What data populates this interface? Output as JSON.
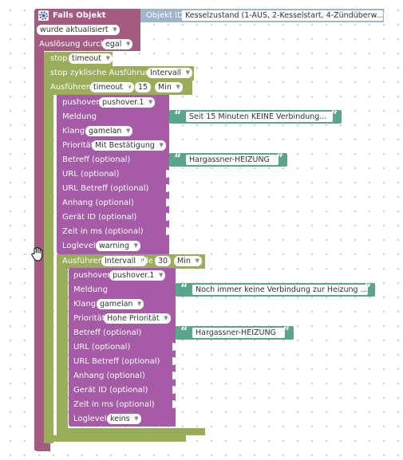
{
  "trigger": {
    "title": "Falls Objekt",
    "object_id_label": "Objekt ID",
    "object_id_value": "Kesselzustand (1-AUS, 2-Kesselstart, 4-Zündüberw...",
    "update_mode": "wurde aktualisiert",
    "ausloesung_label": "Auslösung durch",
    "ausloesung_value": "egal"
  },
  "stop_timeout": {
    "label": "stop",
    "value": "timeout"
  },
  "stop_cyclic": {
    "label": "stop zyklische Ausführung",
    "value": "Intervall"
  },
  "run_timeout": {
    "label": "Ausführen",
    "mode": "timeout",
    "in_label": "in",
    "amount": "15",
    "unit": "Min"
  },
  "pushover1": {
    "title": "pushover",
    "instance": "pushover.1",
    "fields": {
      "meldung": "Meldung",
      "klang": "Klang",
      "prioritaet": "Priorität",
      "betreff": "Betreff (optional)",
      "url": "URL (optional)",
      "url_betreff": "URL Betreff (optional)",
      "anhang": "Anhang (optional)",
      "geraet": "Gerät ID (optional)",
      "zeit": "Zeit in ms (optional)",
      "loglevel": "Loglevel"
    },
    "meldung_value": "Seit 15 Minuten KEINE Verbindung...",
    "klang_value": "gamelan",
    "prioritaet_value": "Mit Bestätigung",
    "betreff_value": "Hargassner-HEIZUNG",
    "loglevel_value": "warning"
  },
  "run_interval": {
    "label": "Ausführen",
    "mode": "Intervall",
    "alle_label": "alle",
    "amount": "30",
    "unit": "Min"
  },
  "pushover2": {
    "title": "pushover",
    "instance": "pushover.1",
    "fields": {
      "meldung": "Meldung",
      "klang": "Klang",
      "prioritaet": "Priorität",
      "betreff": "Betreff (optional)",
      "url": "URL (optional)",
      "url_betreff": "URL Betreff (optional)",
      "anhang": "Anhang (optional)",
      "geraet": "Gerät ID (optional)",
      "zeit": "Zeit in ms (optional)",
      "loglevel": "Loglevel"
    },
    "meldung_value": "Noch immer keine Verbindung zur Heizung ...",
    "klang_value": "gamelan",
    "prioritaet_value": "Hohe Priorität",
    "betreff_value": "Hargassner-HEIZUNG",
    "loglevel_value": "keins"
  },
  "icons": {
    "gear": "gear-icon",
    "hand_cursor": "hand-cursor-icon"
  },
  "colors": {
    "trigger": "#a55b80",
    "timer": "#9aad5a",
    "pushover": "#a55ba5",
    "string": "#5ba58c",
    "object_id": "#a0b4cc"
  }
}
